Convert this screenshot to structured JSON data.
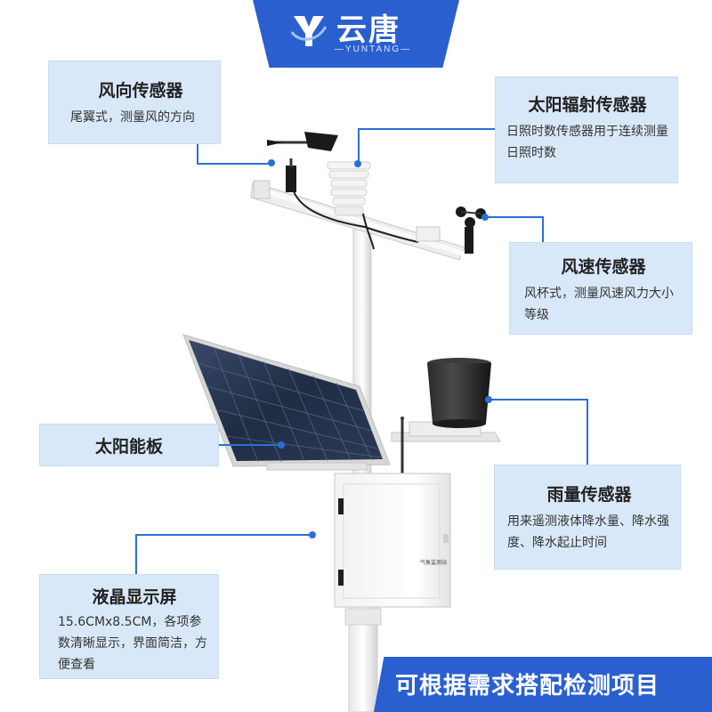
{
  "brand": {
    "name": "云唐",
    "sub": "—YUNTANG—",
    "color": "#2a5fd0"
  },
  "callouts": {
    "wind_direction": {
      "title": "风向传感器",
      "desc": "尾翼式，测量风的方向"
    },
    "solar_radiation": {
      "title": "太阳辐射传感器",
      "desc": "日照时数传感器用于连续测量日照时数"
    },
    "wind_speed": {
      "title": "风速传感器",
      "desc": "风杯式，测量风速风力大小等级"
    },
    "solar_panel": {
      "title": "太阳能板"
    },
    "rain": {
      "title": "雨量传感器",
      "desc": "用来遥测液体降水量、降水强度、降水起止时间"
    },
    "lcd": {
      "title": "液晶显示屏",
      "desc": "15.6CMx8.5CM，各项参数清晰显示，界面简洁，方便查看"
    }
  },
  "box_label": "气象监测站",
  "footer": "可根据需求搭配检测项目",
  "accent": "#2a6fd6"
}
